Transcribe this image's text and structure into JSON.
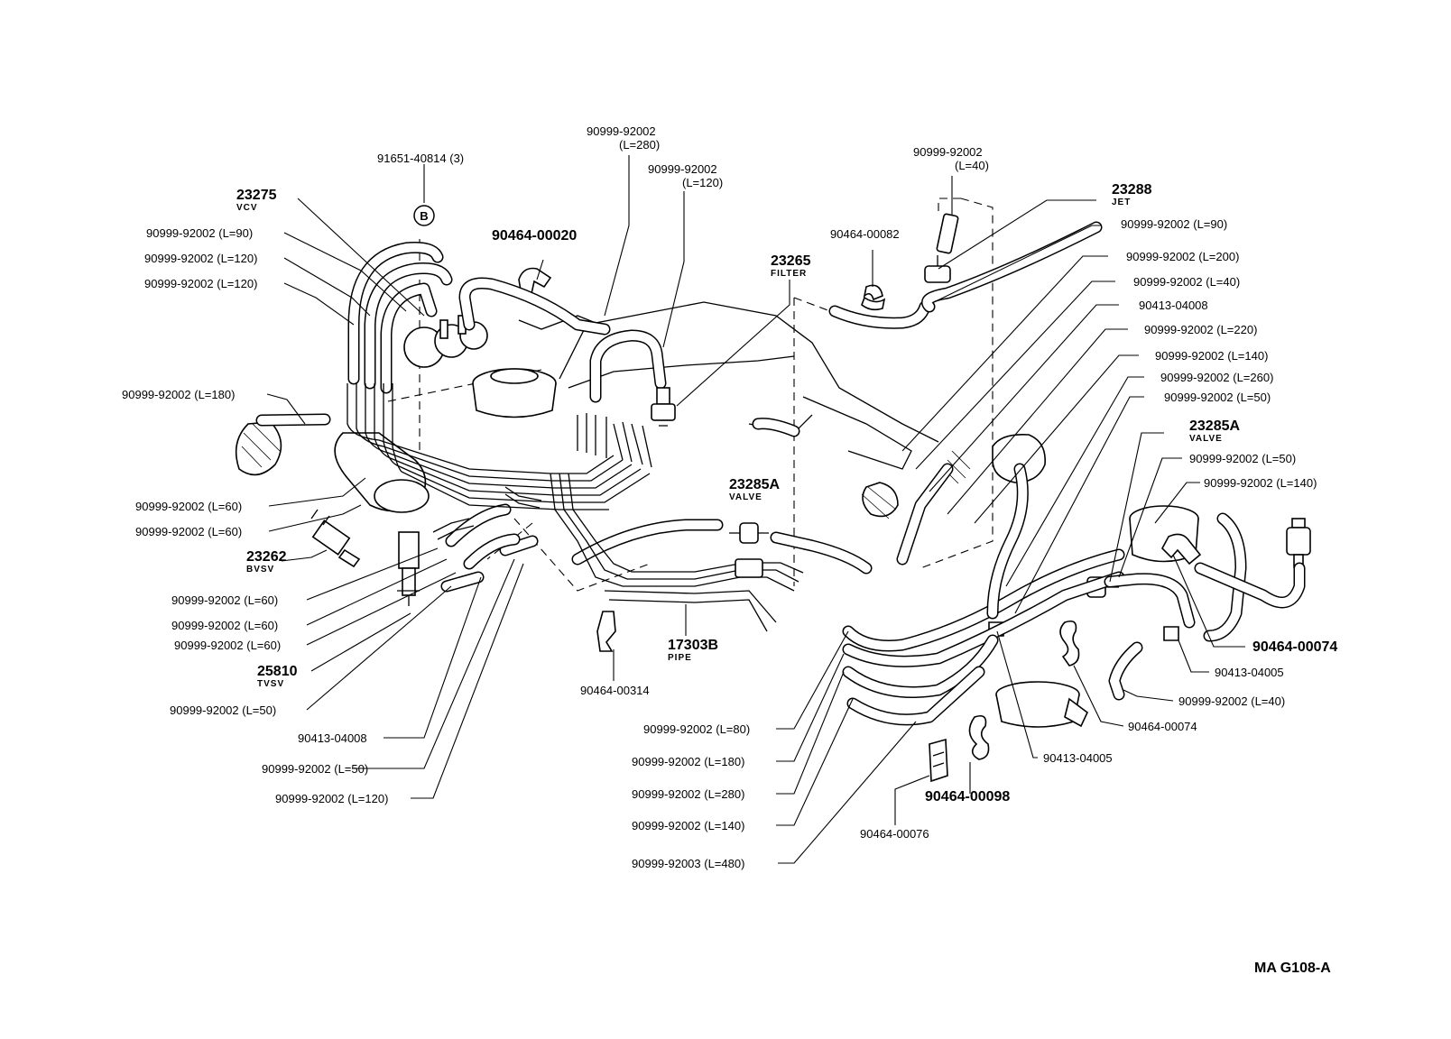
{
  "labels": {
    "l01": "91651-40814 (3)",
    "l02": "23275",
    "l02s": "VCV",
    "l03": "90999-92002 (L=90)",
    "l04": "90999-92002 (L=120)",
    "l05": "90999-92002 (L=120)",
    "l06": "90999-92002 (L=180)",
    "l07": "90999-92002 (L=60)",
    "l08": "90999-92002 (L=60)",
    "l09": "23262",
    "l09s": "BVSV",
    "l10": "90999-92002 (L=60)",
    "l11": "90999-92002 (L=60)",
    "l12": "90999-92002 (L=60)",
    "l13": "25810",
    "l13s": "TVSV",
    "l14": "90999-92002 (L=50)",
    "l15": "90413-04008",
    "l16": "90999-92002 (L=50)",
    "l17": "90999-92002 (L=120)",
    "l18a": "90999-92002",
    "l18b": "(L=280)",
    "l19a": "90999-92002",
    "l19b": "(L=120)",
    "l20": "90464-00020",
    "l21": "23265",
    "l21s": "FILTER",
    "l22": "90464-00082",
    "l23a": "90999-92002",
    "l23b": "(L=40)",
    "l24": "23288",
    "l24s": "JET",
    "l25": "90999-92002 (L=90)",
    "l26": "90999-92002 (L=200)",
    "l27": "90999-92002 (L=40)",
    "l28": "90413-04008",
    "l29": "90999-92002 (L=220)",
    "l30": "90999-92002 (L=140)",
    "l31": "90999-92002 (L=260)",
    "l32": "90999-92002 (L=50)",
    "l33": "23285A",
    "l33s": "VALVE",
    "l34": "90999-92002 (L=50)",
    "l35": "90999-92002 (L=140)",
    "l36": "23285A",
    "l36s": "VALVE",
    "l37": "17303B",
    "l37s": "PIPE",
    "l38": "90464-00314",
    "l39": "90464-00074",
    "l40": "90413-04005",
    "l41": "90999-92002 (L=40)",
    "l42": "90464-00074",
    "l43": "90413-04005",
    "l44": "90999-92002 (L=80)",
    "l45": "90999-92002 (L=180)",
    "l46": "90999-92002 (L=280)",
    "l47": "90999-92002 (L=140)",
    "l48": "90999-92003 (L=480)",
    "l49": "90464-00098",
    "l50": "90464-00076",
    "callout_b": "B",
    "figure_code": "MA G108-A"
  }
}
